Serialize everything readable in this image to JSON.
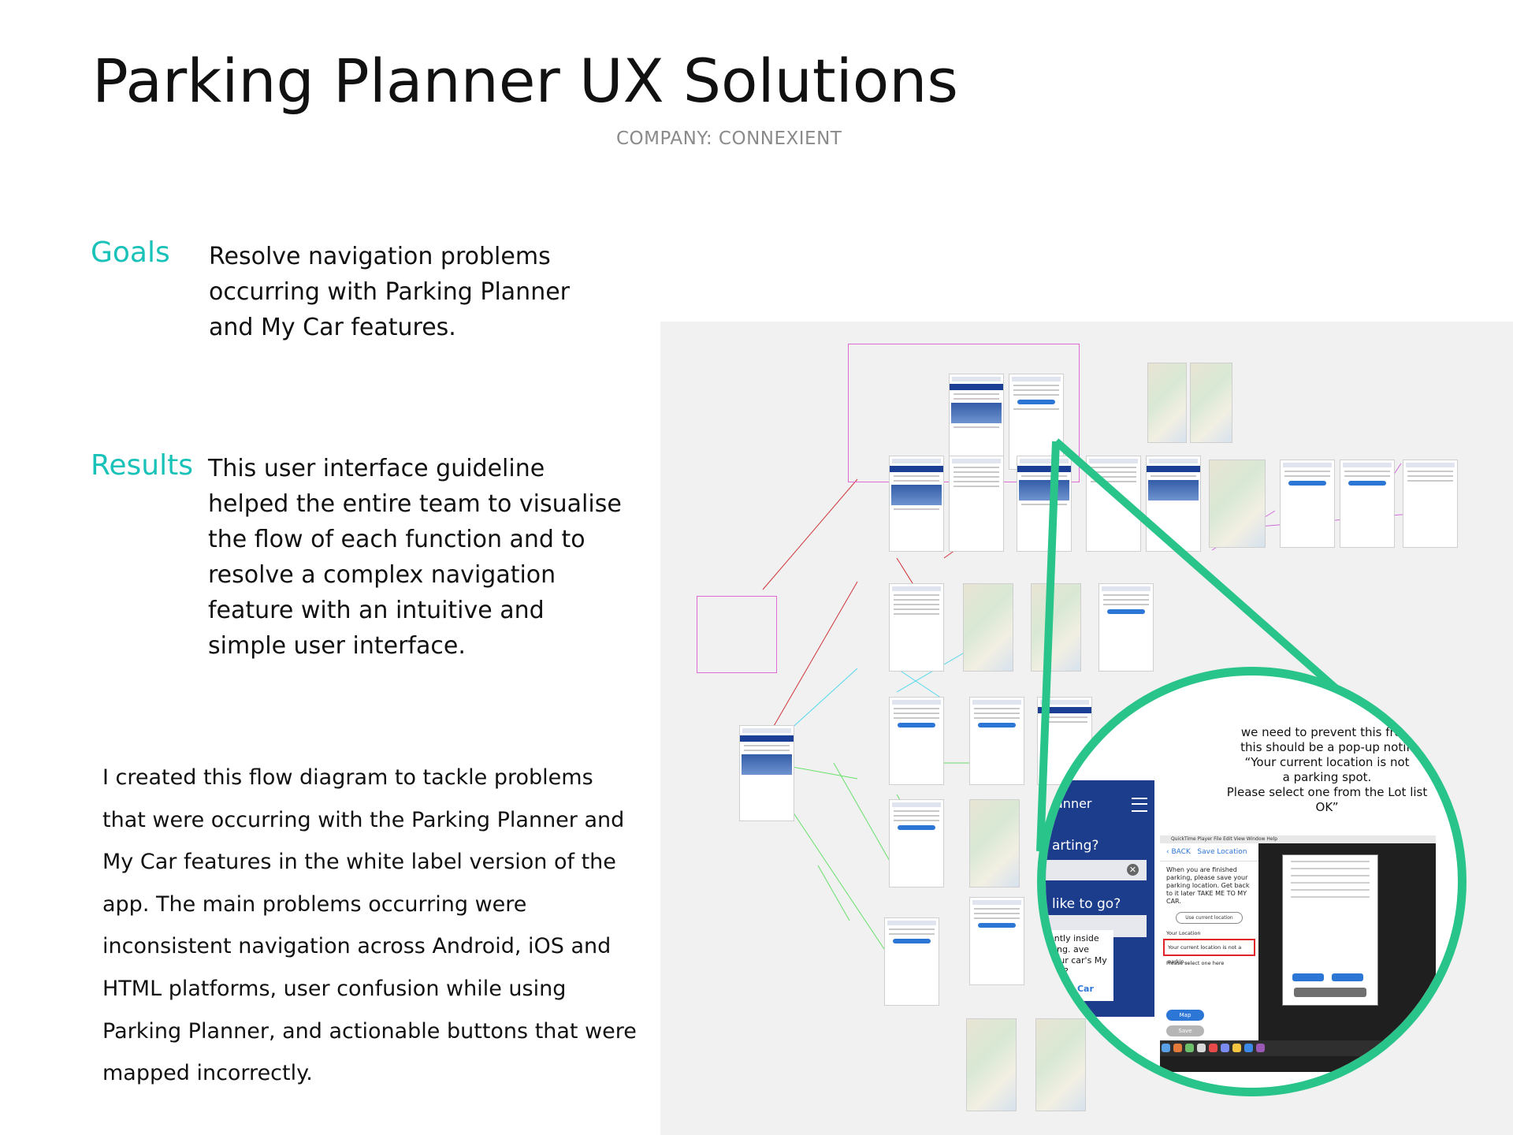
{
  "header": {
    "title": "Parking Planner UX Solutions",
    "company": "COMPANY: CONNEXIENT"
  },
  "goals": {
    "label": "Goals",
    "text_lines": [
      "Resolve navigation problems",
      "occurring with Parking Planner",
      "and My Car features."
    ]
  },
  "results": {
    "label": "Results",
    "text_lines": [
      "This user interface guideline",
      "helped the entire team to visualise",
      "the flow of each function and to",
      "resolve a complex navigation",
      "feature with an intuitive and",
      "simple user interface."
    ]
  },
  "description": {
    "text": "I created this flow diagram to tackle problems that were occurring with the Parking Planner and My Car features in the white label version of the app. The main problems occurring were inconsistent navigation across Android, iOS and HTML platforms, user confusion while using Parking Planner, and actionable buttons that were mapped incorrectly."
  },
  "magnifier": {
    "note": "we need to prevent this from\nthis should be a pop-up notifi\n“Your current location is not\na parking spot.\nPlease select one from the Lot list\nOK”",
    "phone": {
      "title": "anner",
      "question1": "arting?",
      "question2": "like to go?",
      "popup": "ently inside ding. ave your car's My Car?",
      "mycar": "My Car"
    },
    "screenshot": {
      "menubar": "QuickTime Player   File   Edit   View   Window   Help",
      "back_label": "BACK",
      "screen_title": "Save Location",
      "message": "When you are finished parking, please save your parking location. Get back to it later TAKE ME TO MY CAR.",
      "use_location_button": "Use current location",
      "your_location_label": "Your Location",
      "error_field": "Your current location is not a parkin...",
      "select_hint": "Please select one here",
      "map_button": "Map",
      "save_button": "Save"
    }
  },
  "colors": {
    "accent": "#19c2b8",
    "magnifier_ring": "#28c489",
    "frame_magenta": "#e06ad8",
    "app_blue": "#1b3d8c",
    "error_red": "#e0242a"
  }
}
